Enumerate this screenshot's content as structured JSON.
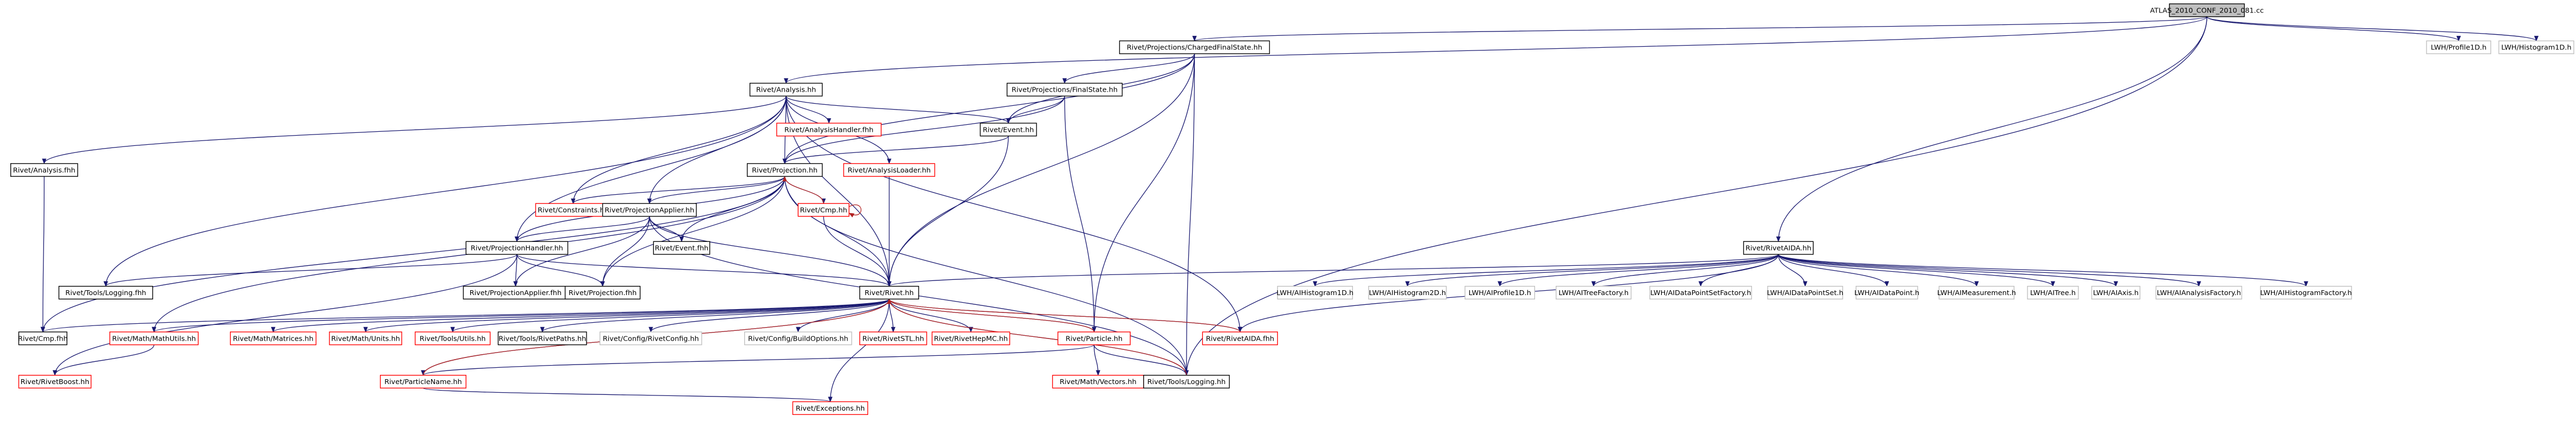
{
  "diagram": {
    "type": "include-dependency-graph",
    "colors": {
      "edge": "#191970",
      "edge_self": "#b22222",
      "root_fill": "#bfbfbf",
      "node_fill": "#ffffff",
      "border_black": "#000000",
      "border_red": "#ff0000",
      "border_gray": "#bfbfbf",
      "text": "#000000"
    },
    "nodes": [
      {
        "id": "root",
        "label": "ATLAS_2010_CONF_2010_081.cc",
        "style": "root"
      },
      {
        "id": "chfs",
        "label": "Rivet/Projections/ChargedFinalState.hh",
        "style": "black"
      },
      {
        "id": "lwh_p1d",
        "label": "LWH/Profile1D.h",
        "style": "gray"
      },
      {
        "id": "lwh_h1d",
        "label": "LWH/Histogram1D.h",
        "style": "gray"
      },
      {
        "id": "analysis_hh",
        "label": "Rivet/Analysis.hh",
        "style": "black"
      },
      {
        "id": "fs",
        "label": "Rivet/Projections/FinalState.hh",
        "style": "black"
      },
      {
        "id": "ahandler",
        "label": "Rivet/AnalysisHandler.fhh",
        "style": "red"
      },
      {
        "id": "event_hh",
        "label": "Rivet/Event.hh",
        "style": "black"
      },
      {
        "id": "analysis_fhh",
        "label": "Rivet/Analysis.fhh",
        "style": "black"
      },
      {
        "id": "projection_hh",
        "label": "Rivet/Projection.hh",
        "style": "black"
      },
      {
        "id": "aloader",
        "label": "Rivet/AnalysisLoader.hh",
        "style": "red"
      },
      {
        "id": "constraints",
        "label": "Rivet/Constraints.hh",
        "style": "red"
      },
      {
        "id": "papplier_hh",
        "label": "Rivet/ProjectionApplier.hh",
        "style": "black"
      },
      {
        "id": "cmp_hh",
        "label": "Rivet/Cmp.hh",
        "style": "red"
      },
      {
        "id": "event_fhh",
        "label": "Rivet/Event.fhh",
        "style": "black"
      },
      {
        "id": "phandler",
        "label": "Rivet/ProjectionHandler.hh",
        "style": "black"
      },
      {
        "id": "rivetaida",
        "label": "Rivet/RivetAIDA.hh",
        "style": "black"
      },
      {
        "id": "logging_fhh",
        "label": "Rivet/Tools/Logging.fhh",
        "style": "black"
      },
      {
        "id": "papplier_fhh",
        "label": "Rivet/ProjectionApplier.fhh",
        "style": "black"
      },
      {
        "id": "projection_fhh",
        "label": "Rivet/Projection.fhh",
        "style": "black"
      },
      {
        "id": "rivet_hh",
        "label": "Rivet/Rivet.hh",
        "style": "black"
      },
      {
        "id": "cmp_fhh",
        "label": "Rivet/Cmp.fhh",
        "style": "black"
      },
      {
        "id": "mathutils",
        "label": "Rivet/Math/MathUtils.hh",
        "style": "red"
      },
      {
        "id": "matrices",
        "label": "Rivet/Math/Matrices.hh",
        "style": "red"
      },
      {
        "id": "units",
        "label": "Rivet/Math/Units.hh",
        "style": "red"
      },
      {
        "id": "utils",
        "label": "Rivet/Tools/Utils.hh",
        "style": "red"
      },
      {
        "id": "rivetpaths",
        "label": "Rivet/Tools/RivetPaths.hh",
        "style": "black"
      },
      {
        "id": "rivetconfig",
        "label": "Rivet/Config/RivetConfig.hh",
        "style": "gray"
      },
      {
        "id": "buildoptions",
        "label": "Rivet/Config/BuildOptions.hh",
        "style": "gray"
      },
      {
        "id": "rivetstl",
        "label": "Rivet/RivetSTL.hh",
        "style": "red"
      },
      {
        "id": "rivethepmc",
        "label": "Rivet/RivetHepMC.hh",
        "style": "red"
      },
      {
        "id": "particle_hh",
        "label": "Rivet/Particle.hh",
        "style": "red"
      },
      {
        "id": "rivetaida_fhh",
        "label": "Rivet/RivetAIDA.fhh",
        "style": "red"
      },
      {
        "id": "rivetboost",
        "label": "Rivet/RivetBoost.hh",
        "style": "red"
      },
      {
        "id": "particlename",
        "label": "Rivet/ParticleName.hh",
        "style": "red"
      },
      {
        "id": "vectors",
        "label": "Rivet/Math/Vectors.hh",
        "style": "red"
      },
      {
        "id": "logging_hh",
        "label": "Rivet/Tools/Logging.hh",
        "style": "black"
      },
      {
        "id": "exceptions",
        "label": "Rivet/Exceptions.hh",
        "style": "red"
      },
      {
        "id": "lwhai_h1d",
        "label": "LWH/AIHistogram1D.h",
        "style": "gray"
      },
      {
        "id": "lwhai_h2d",
        "label": "LWH/AIHistogram2D.h",
        "style": "gray"
      },
      {
        "id": "lwhai_p1d",
        "label": "LWH/AIProfile1D.h",
        "style": "gray"
      },
      {
        "id": "lwhai_tf",
        "label": "LWH/AITreeFactory.h",
        "style": "gray"
      },
      {
        "id": "lwhai_dpsf",
        "label": "LWH/AIDataPointSetFactory.h",
        "style": "gray"
      },
      {
        "id": "lwhai_dps",
        "label": "LWH/AIDataPointSet.h",
        "style": "gray"
      },
      {
        "id": "lwhai_dp",
        "label": "LWH/AIDataPoint.h",
        "style": "gray"
      },
      {
        "id": "lwhai_meas",
        "label": "LWH/AIMeasurement.h",
        "style": "gray"
      },
      {
        "id": "lwhai_tree",
        "label": "LWH/AITree.h",
        "style": "gray"
      },
      {
        "id": "lwhai_axis",
        "label": "LWH/AIAxis.h",
        "style": "gray"
      },
      {
        "id": "lwhai_af",
        "label": "LWH/AIAnalysisFactory.h",
        "style": "gray"
      },
      {
        "id": "lwhai_hf",
        "label": "LWH/AIHistogramFactory.h",
        "style": "gray"
      }
    ],
    "edges": [
      [
        "root",
        "chfs"
      ],
      [
        "root",
        "lwh_p1d"
      ],
      [
        "root",
        "lwh_h1d"
      ],
      [
        "root",
        "analysis_hh"
      ],
      [
        "root",
        "rivetaida"
      ],
      [
        "root",
        "logging_hh"
      ],
      [
        "chfs",
        "fs"
      ],
      [
        "chfs",
        "event_hh"
      ],
      [
        "chfs",
        "projection_hh"
      ],
      [
        "chfs",
        "rivet_hh"
      ],
      [
        "chfs",
        "particle_hh"
      ],
      [
        "chfs",
        "logging_hh"
      ],
      [
        "analysis_hh",
        "analysis_fhh"
      ],
      [
        "analysis_hh",
        "ahandler"
      ],
      [
        "analysis_hh",
        "event_hh"
      ],
      [
        "analysis_hh",
        "projection_hh"
      ],
      [
        "analysis_hh",
        "aloader"
      ],
      [
        "analysis_hh",
        "constraints"
      ],
      [
        "analysis_hh",
        "papplier_hh"
      ],
      [
        "analysis_hh",
        "phandler"
      ],
      [
        "analysis_hh",
        "logging_fhh"
      ],
      [
        "analysis_hh",
        "rivet_hh"
      ],
      [
        "analysis_hh",
        "rivetaida_fhh"
      ],
      [
        "fs",
        "event_hh"
      ],
      [
        "fs",
        "projection_hh"
      ],
      [
        "fs",
        "particle_hh"
      ],
      [
        "event_hh",
        "projection_hh"
      ],
      [
        "event_hh",
        "rivet_hh"
      ],
      [
        "analysis_fhh",
        "cmp_fhh"
      ],
      [
        "projection_hh",
        "constraints"
      ],
      [
        "projection_hh",
        "papplier_hh"
      ],
      [
        "projection_hh",
        "cmp_hh"
      ],
      [
        "projection_hh",
        "event_fhh"
      ],
      [
        "projection_hh",
        "phandler"
      ],
      [
        "projection_hh",
        "projection_fhh"
      ],
      [
        "projection_hh",
        "rivet_hh"
      ],
      [
        "projection_hh",
        "cmp_fhh"
      ],
      [
        "projection_hh",
        "logging_hh"
      ],
      [
        "projection_hh",
        "mathutils"
      ],
      [
        "aloader",
        "rivet_hh"
      ],
      [
        "papplier_hh",
        "event_fhh"
      ],
      [
        "papplier_hh",
        "phandler"
      ],
      [
        "papplier_hh",
        "papplier_fhh"
      ],
      [
        "papplier_hh",
        "projection_fhh"
      ],
      [
        "papplier_hh",
        "rivet_hh"
      ],
      [
        "papplier_hh",
        "logging_hh"
      ],
      [
        "cmp_hh",
        "projection_hh"
      ],
      [
        "cmp_hh",
        "cmp_hh"
      ],
      [
        "cmp_hh",
        "rivet_hh"
      ],
      [
        "phandler",
        "papplier_fhh"
      ],
      [
        "phandler",
        "projection_fhh"
      ],
      [
        "phandler",
        "rivet_hh"
      ],
      [
        "phandler",
        "rivetboost"
      ],
      [
        "phandler",
        "logging_fhh"
      ],
      [
        "rivetaida",
        "rivetaida_fhh"
      ],
      [
        "rivetaida",
        "rivet_hh"
      ],
      [
        "rivetaida",
        "lwhai_h1d"
      ],
      [
        "rivetaida",
        "lwhai_h2d"
      ],
      [
        "rivetaida",
        "lwhai_p1d"
      ],
      [
        "rivetaida",
        "lwhai_tf"
      ],
      [
        "rivetaida",
        "lwhai_dpsf"
      ],
      [
        "rivetaida",
        "lwhai_dps"
      ],
      [
        "rivetaida",
        "lwhai_dp"
      ],
      [
        "rivetaida",
        "lwhai_meas"
      ],
      [
        "rivetaida",
        "lwhai_tree"
      ],
      [
        "rivetaida",
        "lwhai_axis"
      ],
      [
        "rivetaida",
        "lwhai_af"
      ],
      [
        "rivetaida",
        "lwhai_hf"
      ],
      [
        "rivet_hh",
        "cmp_fhh"
      ],
      [
        "rivet_hh",
        "mathutils"
      ],
      [
        "rivet_hh",
        "matrices"
      ],
      [
        "rivet_hh",
        "units"
      ],
      [
        "rivet_hh",
        "utils"
      ],
      [
        "rivet_hh",
        "rivetpaths"
      ],
      [
        "rivet_hh",
        "rivetconfig"
      ],
      [
        "rivet_hh",
        "buildoptions"
      ],
      [
        "rivet_hh",
        "rivetstl"
      ],
      [
        "rivet_hh",
        "rivethepmc"
      ],
      [
        "rivet_hh",
        "particle_hh"
      ],
      [
        "rivet_hh",
        "rivetaida_fhh"
      ],
      [
        "rivet_hh",
        "logging_hh"
      ],
      [
        "rivet_hh",
        "exceptions"
      ],
      [
        "rivet_hh",
        "particlename"
      ],
      [
        "mathutils",
        "rivetboost"
      ],
      [
        "particle_hh",
        "rivet_hh"
      ],
      [
        "particle_hh",
        "particlename"
      ],
      [
        "particle_hh",
        "vectors"
      ],
      [
        "particle_hh",
        "logging_hh"
      ],
      [
        "rivetaida_fhh",
        "rivet_hh"
      ],
      [
        "particlename",
        "rivet_hh"
      ],
      [
        "particlename",
        "exceptions"
      ],
      [
        "logging_hh",
        "rivet_hh"
      ]
    ]
  }
}
